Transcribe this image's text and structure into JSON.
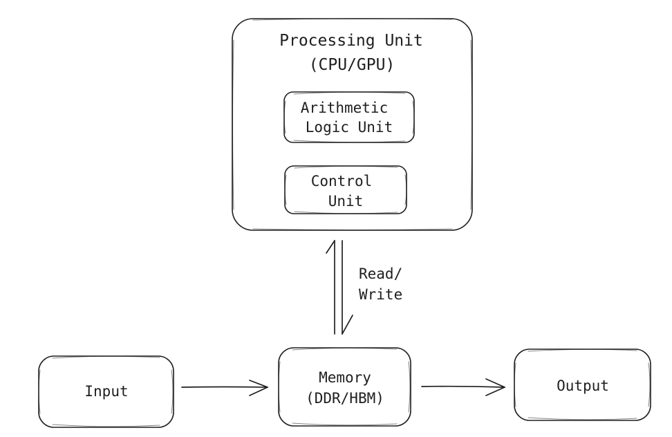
{
  "processing_unit": {
    "title_line1": "Processing Unit",
    "title_line2": "(CPU/GPU)"
  },
  "alu": {
    "line1": "Arithmetic",
    "line2": "Logic Unit"
  },
  "control_unit": {
    "line1": "Control",
    "line2": "Unit"
  },
  "read_write": {
    "line1": "Read/",
    "line2": "Write"
  },
  "input": {
    "label": "Input"
  },
  "memory": {
    "line1": "Memory",
    "line2": "(DDR/HBM)"
  },
  "output": {
    "label": "Output"
  }
}
